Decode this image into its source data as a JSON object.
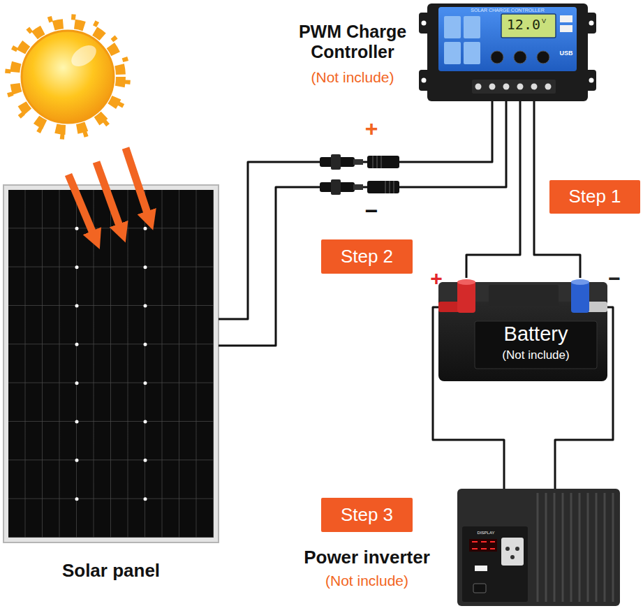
{
  "diagram": {
    "nodes": [
      {
        "text": [
          "PWM Charge Controller",
          "(Not include)",
          "SOLAR CHARGE CONTROLLER",
          "12.0",
          "V",
          "USB"
        ]
      },
      {
        "text": [
          "Solar panel"
        ]
      },
      {
        "text": [
          "Step 1"
        ]
      },
      {
        "text": [
          "Step 2"
        ]
      },
      {
        "text": [
          "Battery",
          "(Not include)"
        ]
      },
      {
        "text": [
          "Step 3"
        ]
      },
      {
        "text": [
          "Power inverter",
          "(Not include)",
          "DISPLAY"
        ]
      }
    ],
    "edges": [
      {
        "from": 1,
        "to": 0,
        "arrow": "none",
        "label": "+"
      },
      {
        "from": 1,
        "to": 0,
        "arrow": "none",
        "label": "−"
      },
      {
        "from": 0,
        "to": 4,
        "arrow": "none"
      },
      {
        "from": 0,
        "to": 4,
        "arrow": "none"
      },
      {
        "from": 4,
        "to": 6,
        "arrow": "none"
      },
      {
        "from": 4,
        "to": 6,
        "arrow": "none"
      }
    ],
    "labels": [
      "+",
      "−"
    ]
  }
}
